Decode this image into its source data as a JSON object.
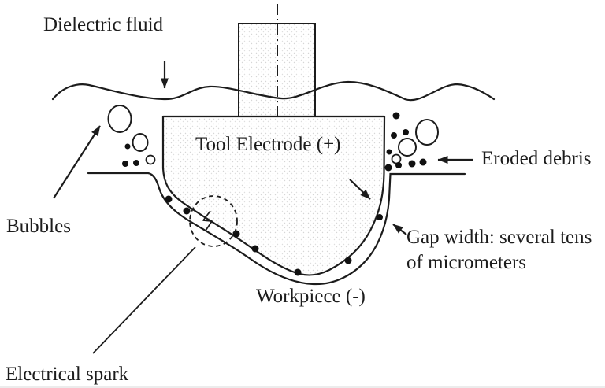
{
  "figure": {
    "labels": {
      "dielectric_fluid": "Dielectric fluid",
      "tool_electrode": "Tool Electrode (+)",
      "eroded_debris": "Eroded debris",
      "bubbles": "Bubbles",
      "gap_width_line1": "Gap width: several tens",
      "gap_width_line2": "of micrometers",
      "workpiece": "Workpiece (-)",
      "electrical_spark": "Electrical spark"
    },
    "colors": {
      "ink": "#1c1c1c",
      "background": "#ffffff",
      "stipple_dot": "#d6d6d6"
    }
  }
}
